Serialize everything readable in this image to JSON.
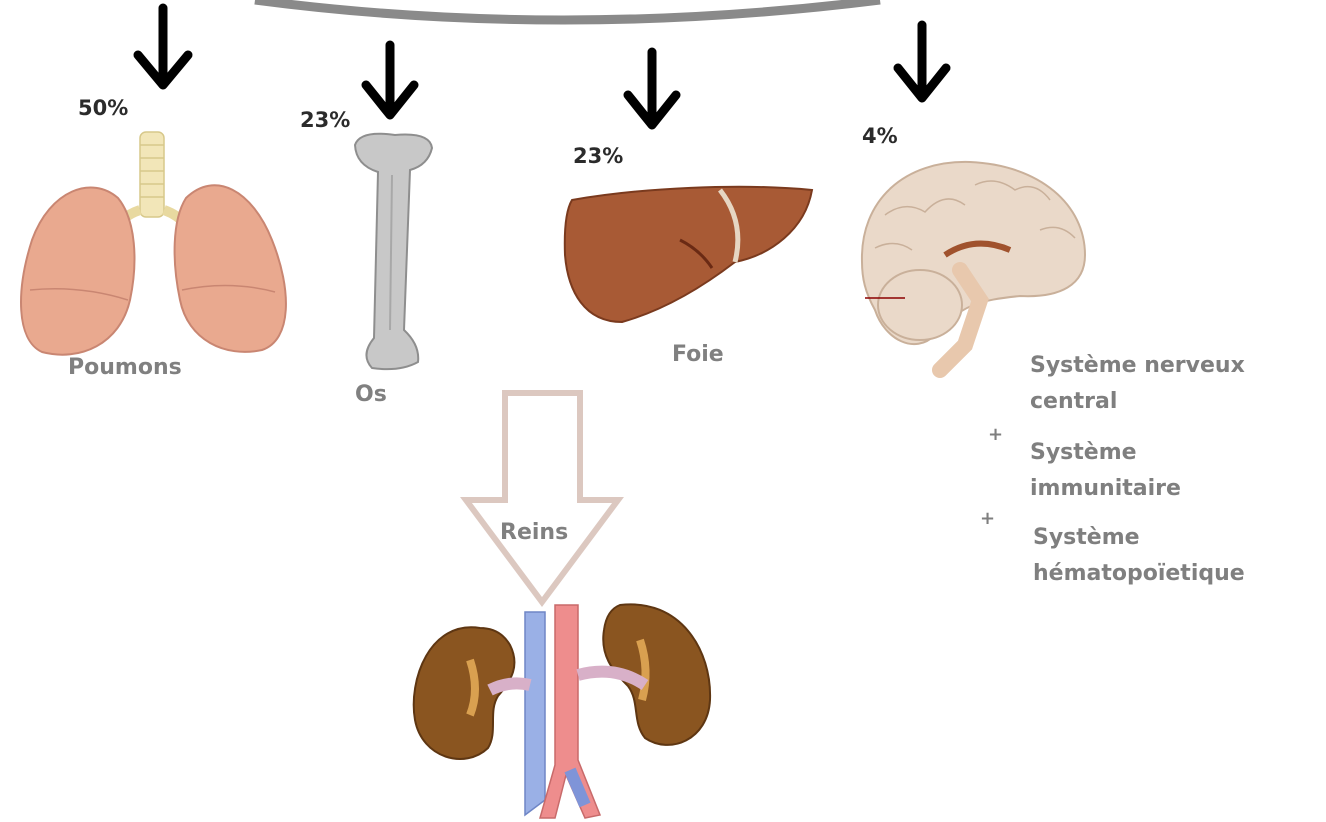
{
  "percentages": {
    "lungs": "50%",
    "bone": "23%",
    "liver": "23%",
    "brain": "4%"
  },
  "labels": {
    "lungs": "Poumons",
    "bone": "Os",
    "liver": "Foie",
    "kidneys": "Reins"
  },
  "side_list": {
    "cns_line1": "Système nerveux",
    "cns_line2": "central",
    "plus1": "+",
    "immune_line1": "Système",
    "immune_line2": "immunitaire",
    "plus2": "+",
    "hemato_line1": "Système",
    "hemato_line2": "hématopoïetique"
  },
  "colors": {
    "arrow": "#000000",
    "arc": "#8a8a8a",
    "label_gray": "#808080",
    "hollow_arrow": "#dcc8c0",
    "lung": "#e9a98f",
    "bone": "#c2c2c2",
    "liver": "#a85a35",
    "brain": "#ead9c9",
    "kidney": "#8a5520",
    "vein": "#9ab0e6",
    "artery": "#ee8d8d"
  }
}
